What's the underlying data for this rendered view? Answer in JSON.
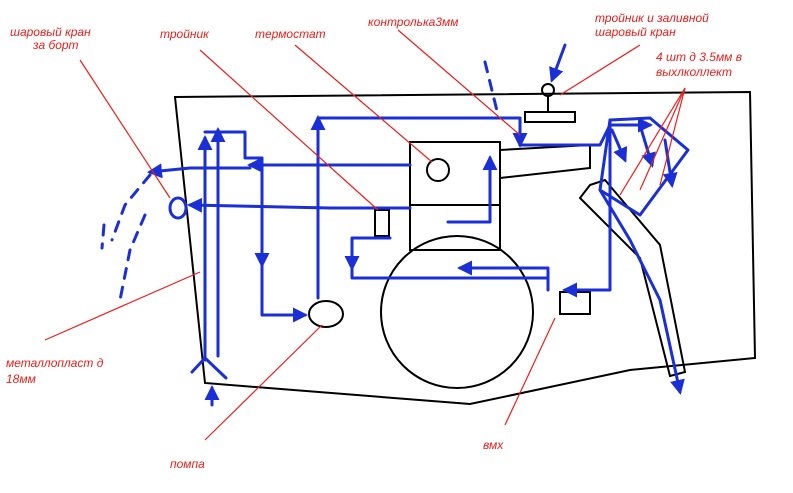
{
  "labels": {
    "ball_valve_overboard": [
      "шаровый кран",
      "за борт"
    ],
    "tee": "тройник",
    "thermostat": "термостат",
    "control_3mm": "контролька3мм",
    "tee_filler": [
      "тройник и заливной",
      "шаровый кран"
    ],
    "exhaust_holes": [
      "4 шт д 3.5мм в",
      "выхлколлект"
    ],
    "metalplastic_pipe": [
      "металлопласт д",
      "18мм"
    ],
    "pump": "помпа",
    "raw_water_intake": "вмх"
  },
  "colors": {
    "pipe": "#1a2fd6",
    "label": "#e8201c",
    "outline": "#000000"
  }
}
